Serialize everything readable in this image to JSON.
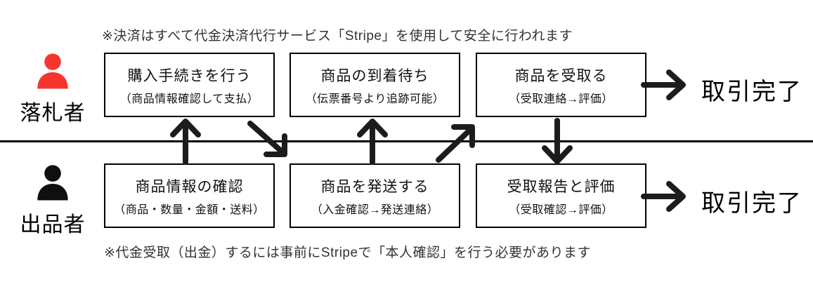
{
  "notes": {
    "top": "※決済はすべて代金決済代行サービス「Stripe」を使用して安全に行われます",
    "bottom": "※代金受取（出金）するには事前にStripeで「本人確認」を行う必要があります"
  },
  "lanes": [
    {
      "role": "winning-bidder",
      "label": "落札者",
      "icon": "person-icon",
      "icon_color": "#f6362c",
      "steps": [
        {
          "title": "購入手続きを行う",
          "subtitle": "（商品情報確認して支払）"
        },
        {
          "title": "商品の到着待ち",
          "subtitle": "（伝票番号より追跡可能）"
        },
        {
          "title": "商品を受取る",
          "subtitle": "（受取連絡→評価）"
        }
      ],
      "result": "取引完了"
    },
    {
      "role": "seller",
      "label": "出品者",
      "icon": "person-icon",
      "icon_color": "#0f0f0f",
      "steps": [
        {
          "title": "商品情報の確認",
          "subtitle": "（商品・数量・金額・送料）"
        },
        {
          "title": "商品を発送する",
          "subtitle": "（入金確認→発送連絡）"
        },
        {
          "title": "受取報告と評価",
          "subtitle": "（受取確認→評価）"
        }
      ],
      "result": "取引完了"
    }
  ],
  "arrows": [
    {
      "name": "confirm-to-pay",
      "direction": "up"
    },
    {
      "name": "pay-to-ship",
      "direction": "down-right"
    },
    {
      "name": "ship-to-wait",
      "direction": "up"
    },
    {
      "name": "ship-to-receive",
      "direction": "up-right"
    },
    {
      "name": "receive-to-report",
      "direction": "down"
    },
    {
      "name": "buyer-to-complete",
      "direction": "right"
    },
    {
      "name": "seller-to-complete",
      "direction": "right"
    }
  ],
  "colors": {
    "buyer_accent": "#f6362c",
    "ink": "#1c1c1c",
    "background": "#ffffff"
  }
}
